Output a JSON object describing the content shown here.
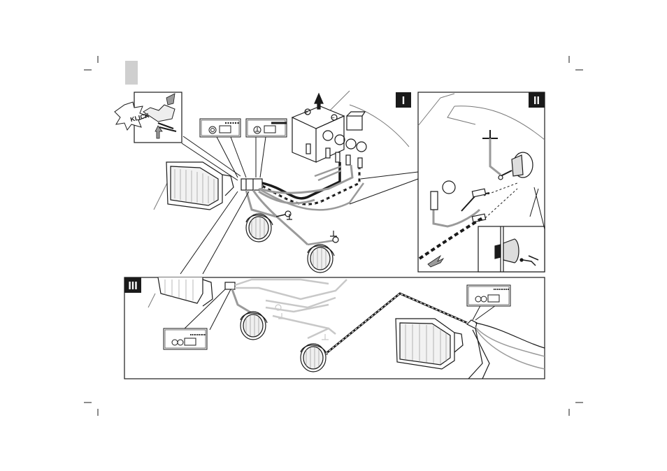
{
  "panels": {
    "p1": {
      "label": "I"
    },
    "p2": {
      "label": "II"
    },
    "p3": {
      "label": "III"
    }
  },
  "callouts": {
    "klick": "KLICK",
    "plus": "+",
    "minus": "−"
  },
  "colors": {
    "ink": "#1a1a1a",
    "gray_wire": "#9a9a9a",
    "light_gray": "#c8c8c8",
    "step_box": "#cfcfcf"
  },
  "icons": [
    "fog-lamp-icon",
    "ground-symbol-icon",
    "arrow-up-icon",
    "arrow-down-icon"
  ]
}
